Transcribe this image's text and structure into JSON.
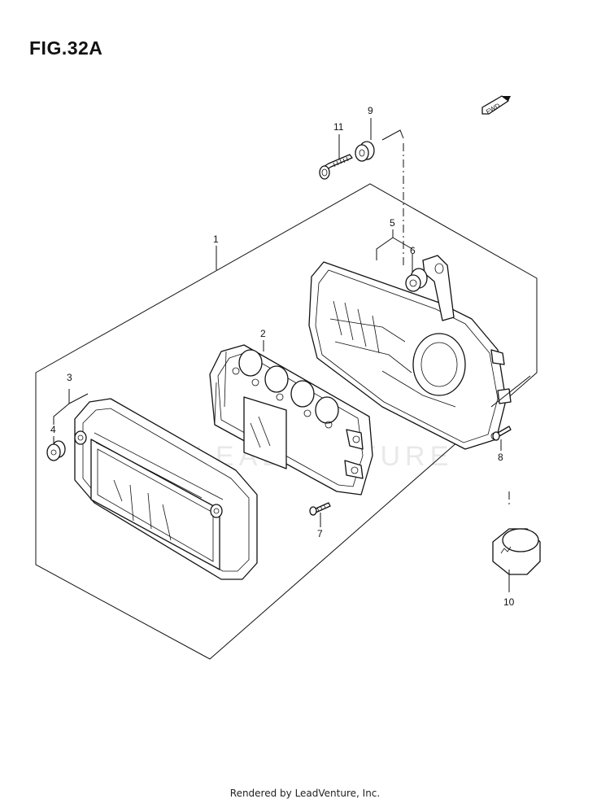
{
  "figure": {
    "title": "FIG.32A"
  },
  "direction_badge": "FWD",
  "watermark": "LEADVENTURE",
  "callouts": [
    {
      "id": "c1",
      "label": "1"
    },
    {
      "id": "c2",
      "label": "2"
    },
    {
      "id": "c3",
      "label": "3"
    },
    {
      "id": "c4",
      "label": "4"
    },
    {
      "id": "c5",
      "label": "5"
    },
    {
      "id": "c6",
      "label": "6"
    },
    {
      "id": "c7",
      "label": "7"
    },
    {
      "id": "c8",
      "label": "8"
    },
    {
      "id": "c9",
      "label": "9"
    },
    {
      "id": "c10",
      "label": "10"
    },
    {
      "id": "c11",
      "label": "11"
    }
  ],
  "footer": "Rendered by LeadVenture, Inc."
}
